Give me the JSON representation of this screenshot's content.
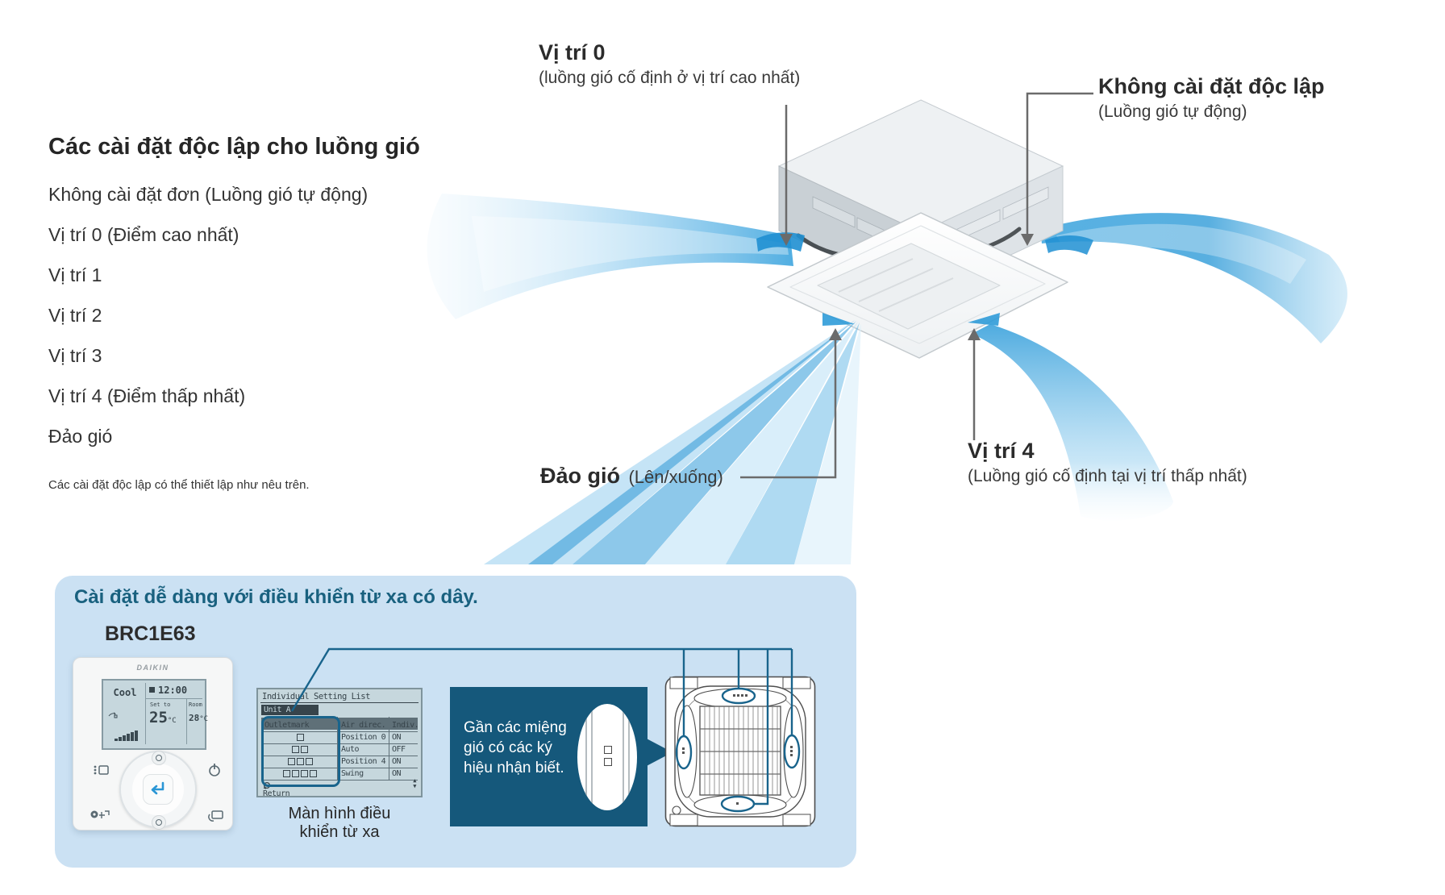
{
  "colors": {
    "accent_teal": "#19648C",
    "panel_heading_teal": "#19617F",
    "panel_bg": "#CBE1F3",
    "note_box_bg": "#15587B",
    "flow_blue": "#3BA2DC",
    "arrow_gray": "#6B6B6B",
    "text_dark": "#2B2B2B"
  },
  "left_panel": {
    "title": "Các cài đặt độc lập cho luồng gió",
    "items": [
      "Không cài đặt đơn (Luồng gió tự động)",
      "Vị trí 0 (Điểm cao nhất)",
      "Vị trí 1",
      "Vị trí 2",
      "Vị trí 3",
      "Vị trí 4 (Điểm thấp nhất)",
      "Đảo gió"
    ],
    "footnote": "Các cài đặt độc lập có thể thiết lập như nêu trên."
  },
  "callouts": {
    "position0": {
      "title": "Vị trí 0",
      "subtitle": "(luồng gió cố định ở vị trí cao nhất)"
    },
    "no_individual": {
      "title": "Không cài đặt độc lập",
      "subtitle": "(Luồng gió tự động)"
    },
    "swing": {
      "title": "Đảo gió",
      "subtitle": "(Lên/xuống)"
    },
    "position4": {
      "title": "Vị trí 4",
      "subtitle": "(Luồng gió cố định tại vị trí thấp nhất)"
    }
  },
  "bottom_panel": {
    "title": "Cài đặt dễ dàng với điều khiển từ xa có dây.",
    "model": "BRC1E63",
    "remote": {
      "brand": "DAIKIN",
      "mode": "Cool",
      "time": "12:00",
      "set_label": "Set to",
      "set_temp": "25",
      "set_unit": "°C",
      "room_label": "Room",
      "room_temp": "28",
      "room_unit": "°C"
    },
    "screen": {
      "title": "Individual Setting List",
      "unit_label": "Unit  A",
      "columns": [
        "Outletmark",
        "Air direc.",
        "Indiv."
      ],
      "rows": [
        {
          "marks": 1,
          "direction": "Position 0",
          "state": "ON"
        },
        {
          "marks": 2,
          "direction": "Auto",
          "state": "OFF"
        },
        {
          "marks": 3,
          "direction": "Position 4",
          "state": "ON"
        },
        {
          "marks": 4,
          "direction": "Swing",
          "state": "ON"
        }
      ],
      "footer_left": "Return",
      "arrow_up": "▲",
      "arrow_down": "▼",
      "caption": [
        "Màn hình điều",
        "khiển từ xa"
      ]
    },
    "note": {
      "lines": [
        "Gần các miệng",
        "gió có các ký",
        "hiệu nhận biết."
      ]
    }
  }
}
